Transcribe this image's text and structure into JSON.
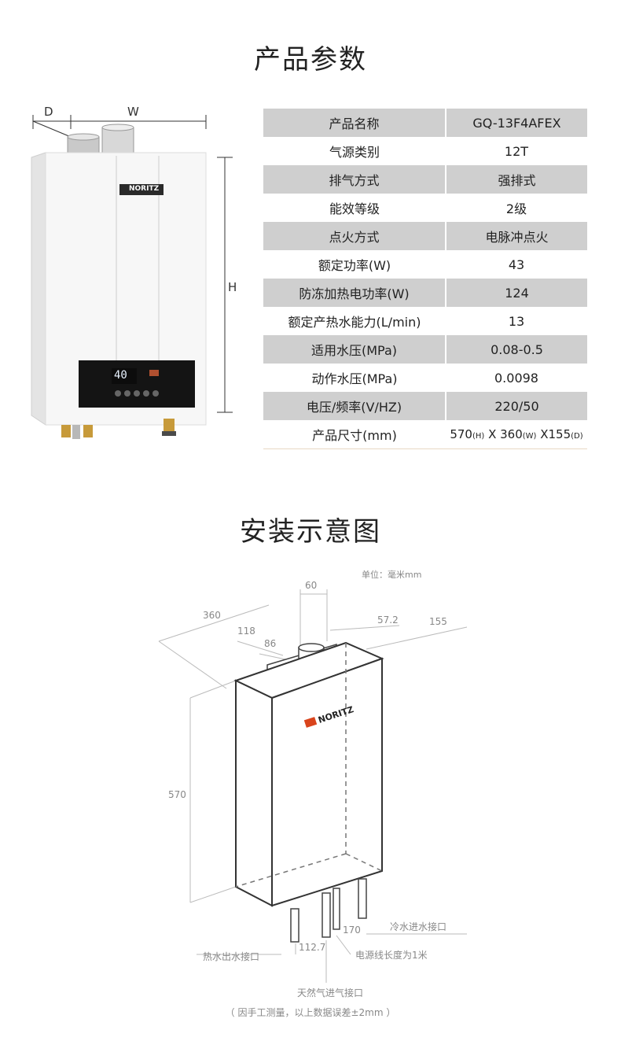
{
  "params": {
    "title": "产品参数",
    "dims": {
      "d": "D",
      "w": "W",
      "h": "H"
    },
    "brand": "NORITZ",
    "display_temp": "40",
    "rows": [
      {
        "k": "产品名称",
        "v": "GQ-13F4AFEX"
      },
      {
        "k": "气源类别",
        "v": "12T"
      },
      {
        "k": "排气方式",
        "v": "强排式"
      },
      {
        "k": "能效等级",
        "v": "2级"
      },
      {
        "k": "点火方式",
        "v": "电脉冲点火"
      },
      {
        "k": "额定功率(W)",
        "v": "43"
      },
      {
        "k": "防冻加热电功率(W)",
        "v": "124"
      },
      {
        "k": "额定产热水能力(L/min)",
        "v": "13"
      },
      {
        "k": "适用水压(MPa)",
        "v": "0.08-0.5"
      },
      {
        "k": "动作水压(MPa)",
        "v": "0.0098"
      },
      {
        "k": "电压/频率(V/HZ)",
        "v": "220/50"
      }
    ],
    "size_row": {
      "k": "产品尺寸(mm)",
      "h_val": "570",
      "h_unit": "(H)",
      "w_val": " X 360",
      "w_unit": "(W)",
      "d_val": " X155",
      "d_unit": "(D)"
    }
  },
  "install": {
    "title": "安装示意图",
    "unit_note": "单位：毫米mm",
    "brand": "NORITZ",
    "dims": {
      "d60": "60",
      "d360": "360",
      "d57": "57.2",
      "d155": "155",
      "d118": "118",
      "d86": "86",
      "d570": "570",
      "d112": "112.7",
      "d170": "170"
    },
    "labels": {
      "cold_in": "冷水进水接口",
      "hot_out": "热水出水接口",
      "power_cable": "电源线长度为1米",
      "gas_in": "天然气进气接口"
    },
    "measure_note": "（ 因手工测量，以上数据误差±2mm ）"
  }
}
